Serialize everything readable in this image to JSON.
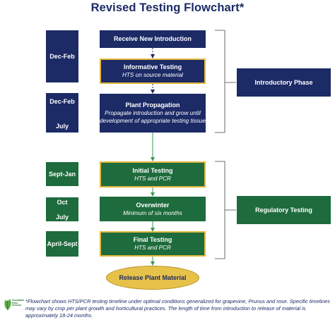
{
  "title": "Revised Testing Flowchart*",
  "dates": {
    "dec_feb_1": "Dec-Feb",
    "dec_feb_2_top": "Dec-Feb",
    "dec_feb_2_bottom": "July",
    "sept_jan": "Sept-Jan",
    "oct_top": "Oct",
    "oct_bottom": "July",
    "april_sept": "April-Sept"
  },
  "steps": {
    "receive": {
      "title": "Receive New Introduction"
    },
    "informative": {
      "title": "Informative Testing",
      "subtitle": "HTS on source material"
    },
    "propagation": {
      "title": "Plant Propagation",
      "subtitle_1": "Propagate introduction and grow until",
      "subtitle_2": "development of appropriate testing tissue"
    },
    "initial": {
      "title": "Initial Testing",
      "subtitle": "HTS and PCR"
    },
    "overwinter": {
      "title": "Overwinter",
      "subtitle": "Minimum of six months"
    },
    "final": {
      "title": "Final Testing",
      "subtitle": "HTS and PCR"
    },
    "release": {
      "title": "Release Plant Material"
    }
  },
  "phases": {
    "introductory": "Introductory Phase",
    "regulatory": "Regulatory Testing"
  },
  "logo": {
    "line1": "Foundation",
    "line2": "Plant",
    "line3": "Services"
  },
  "footnote": "*Flowchart shows HTS/PCR testing timeline under optimal conditions generalized for grapevine, Prunus and rose. Specific timelines may vary by crop per plant growth and horticultural practices. The length of time from introduction to release of material is approximately 18-24 months.",
  "colors": {
    "navy": "#1c2a66",
    "green": "#1e6b3d",
    "gold": "#e2b93b"
  }
}
